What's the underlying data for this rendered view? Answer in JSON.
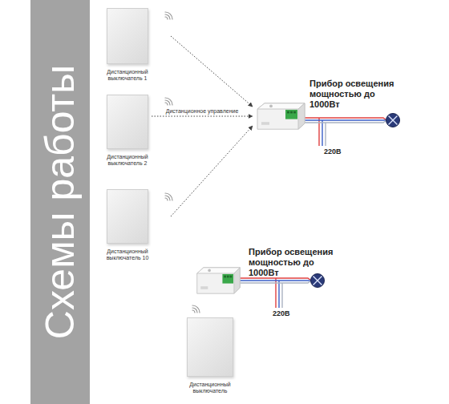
{
  "diagram": {
    "title": "Схемы работы",
    "nodes": [
      {
        "text": [
          "Дистанционный выключатель 1"
        ]
      },
      {
        "text": [
          "Дистанционный выключатель 2"
        ]
      },
      {
        "text": [
          "Дистанционный выключатель 10"
        ]
      },
      {
        "text": []
      },
      {
        "text": [
          "Прибор освещения мощностью до 1000Вт"
        ]
      },
      {
        "text": []
      },
      {
        "text": [
          "Прибор освещения мощностью до 1000Вт"
        ]
      },
      {
        "text": [
          "Дистанционный выключатель"
        ]
      }
    ],
    "edges": [
      {
        "from": 0,
        "to": 3,
        "arrow": "to"
      },
      {
        "from": 1,
        "to": 3,
        "label": "Дистанционное управление",
        "arrow": "to"
      },
      {
        "from": 2,
        "to": 3,
        "arrow": "to"
      },
      {
        "from": 3,
        "to": 4,
        "arrow": "none"
      },
      {
        "from": 5,
        "to": 6,
        "arrow": "none"
      }
    ],
    "labels": [
      "220В",
      "220В"
    ]
  }
}
